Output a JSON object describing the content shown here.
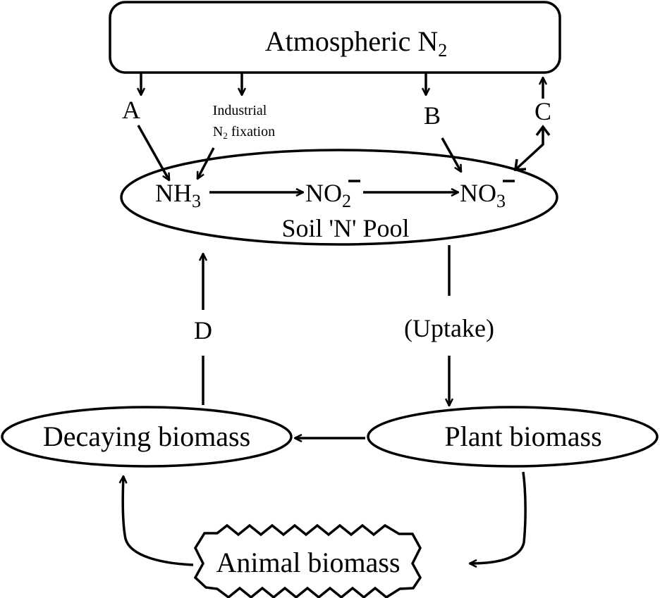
{
  "title": "Nitrogen cycle",
  "nodes": {
    "atmosphere": "Atmospheric N",
    "atmosphere_sub": "2",
    "soil_pool": "Soil 'N' Pool",
    "nh3": "NH",
    "nh3_sub": "3",
    "no2": "NO",
    "no2_sub": "2",
    "no3": "NO",
    "no3_sub": "3",
    "decaying": "Decaying biomass",
    "plant": "Plant biomass",
    "animal": "Animal biomass"
  },
  "labels": {
    "a": "A",
    "b": "B",
    "c": "C",
    "d": "D",
    "industrial_line1": "Industrial",
    "industrial_n": "N",
    "industrial_sub": "2",
    "industrial_rest": " fixation",
    "uptake": "(Uptake)"
  }
}
